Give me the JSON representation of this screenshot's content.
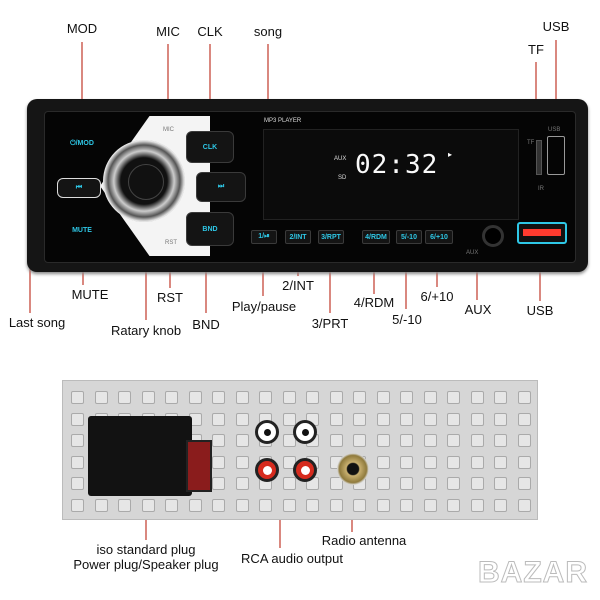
{
  "front_labels": {
    "mod": "MOD",
    "mic": "MIC",
    "clk": "CLK",
    "song": "song",
    "usb_top": "USB",
    "tf": "TF",
    "mute": "MUTE",
    "rst": "RST",
    "last_song": "Last song",
    "knob": "Ratary knob",
    "bnd": "BND",
    "play": "Play/pause",
    "int": "2/INT",
    "prt": "3/PRT",
    "rdm": "4/RDM",
    "minus10": "5/-10",
    "plus10": "6/+10",
    "aux": "AUX",
    "usb_bottom": "USB"
  },
  "device": {
    "model": "MP3 PLAYER",
    "mod_btn": "⏻/MOD",
    "clk_btn": "CLK",
    "prev_btn": "⏮",
    "next_btn": "⏭",
    "mute_btn": "MUTE",
    "bnd_btn": "BND",
    "mic": "MIC",
    "rst": "RST",
    "usb": "USB",
    "tf": "TF",
    "ir": "IR",
    "aux": "AUX",
    "display": {
      "source1": "AUX",
      "source2": "SD",
      "time": "02:32",
      "play": "▸"
    },
    "presets": [
      "1/⏯",
      "2/INT",
      "3/RPT",
      "4/RDM",
      "5/-10",
      "6/+10"
    ]
  },
  "back_labels": {
    "iso1": "iso standard plug",
    "iso2": "Power plug/Speaker plug",
    "rca": "RCA audio output",
    "antenna": "Radio antenna"
  },
  "watermark": "BAZAR",
  "colors": {
    "accent": "#2ec7e6",
    "line": "#c0392b",
    "usb": "#ff3b2f"
  }
}
